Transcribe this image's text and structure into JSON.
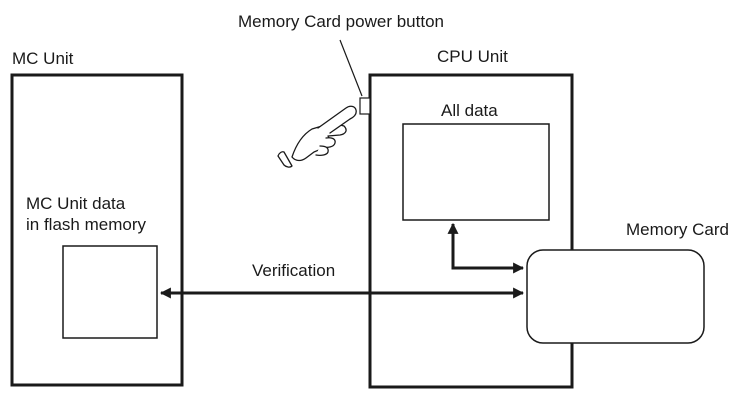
{
  "labels": {
    "power_button": "Memory Card power button",
    "mc_unit": "MC Unit",
    "cpu_unit": "CPU Unit",
    "all_data": "All data",
    "mc_data_line1": "MC Unit data",
    "mc_data_line2": "in flash memory",
    "memory_card": "Memory Card",
    "verification": "Verification"
  },
  "icons": {
    "hand": "pointing-hand-icon"
  },
  "colors": {
    "stroke": "#1a1a1a",
    "background": "#ffffff"
  }
}
